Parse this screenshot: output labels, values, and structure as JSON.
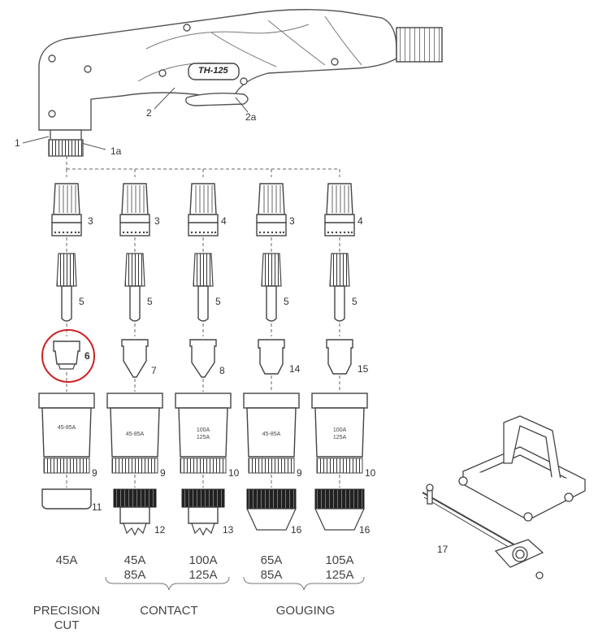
{
  "torch": {
    "model": "TH-125",
    "callouts": [
      "1",
      "1a",
      "2",
      "2a"
    ]
  },
  "columns": [
    {
      "swirl_ring": "3",
      "electrode": "5",
      "tip": "6",
      "tip_highlighted": true,
      "nozzle_text": [
        "45-85A"
      ],
      "nozzle_part": "9",
      "bottom_part": "11",
      "amps": [
        "45A"
      ]
    },
    {
      "swirl_ring": "3",
      "electrode": "5",
      "tip": "7",
      "tip_highlighted": false,
      "nozzle_text": [
        "45-85A"
      ],
      "nozzle_part": "9",
      "bottom_part": "12",
      "amps": [
        "45A",
        "85A"
      ]
    },
    {
      "swirl_ring": "4",
      "electrode": "5",
      "tip": "8",
      "tip_highlighted": false,
      "nozzle_text": [
        "100A",
        "125A"
      ],
      "nozzle_part": "10",
      "bottom_part": "13",
      "amps": [
        "100A",
        "125A"
      ]
    },
    {
      "swirl_ring": "3",
      "electrode": "5",
      "tip": "14",
      "tip_highlighted": false,
      "nozzle_text": [
        "45-85A"
      ],
      "nozzle_part": "9",
      "bottom_part": "16",
      "amps": [
        "65A",
        "85A"
      ]
    },
    {
      "swirl_ring": "4",
      "electrode": "5",
      "tip": "15",
      "tip_highlighted": false,
      "nozzle_text": [
        "100A",
        "125A"
      ],
      "nozzle_part": "10",
      "bottom_part": "16",
      "amps": [
        "105A",
        "125A"
      ]
    }
  ],
  "guide": {
    "label": "17"
  },
  "categories": {
    "precision": [
      "PRECISION",
      "CUT"
    ],
    "contact": "CONTACT",
    "gouging": "GOUGING"
  },
  "colors": {
    "line": "#555555",
    "highlight": "#cc2222"
  }
}
